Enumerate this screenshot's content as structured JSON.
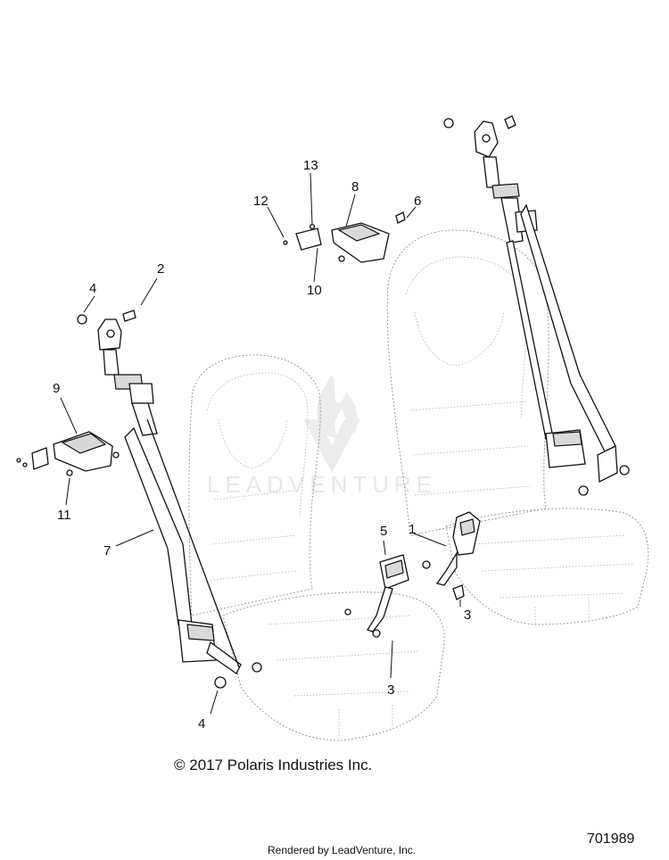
{
  "callouts": [
    {
      "id": "c1",
      "text": "1"
    },
    {
      "id": "c2",
      "text": "2"
    },
    {
      "id": "c3a",
      "text": "3"
    },
    {
      "id": "c3b",
      "text": "3"
    },
    {
      "id": "c4a",
      "text": "4"
    },
    {
      "id": "c4b",
      "text": "4"
    },
    {
      "id": "c5",
      "text": "5"
    },
    {
      "id": "c6",
      "text": "6"
    },
    {
      "id": "c7",
      "text": "7"
    },
    {
      "id": "c8",
      "text": "8"
    },
    {
      "id": "c9",
      "text": "9"
    },
    {
      "id": "c10",
      "text": "10"
    },
    {
      "id": "c11",
      "text": "11"
    },
    {
      "id": "c12",
      "text": "12"
    },
    {
      "id": "c13",
      "text": "13"
    }
  ],
  "watermark": "LEADVENTURE",
  "footer": {
    "copyright": "© 2017 Polaris Industries Inc.",
    "rendered_by": "Rendered by LeadVenture, Inc.",
    "diagram_number": "701989"
  }
}
